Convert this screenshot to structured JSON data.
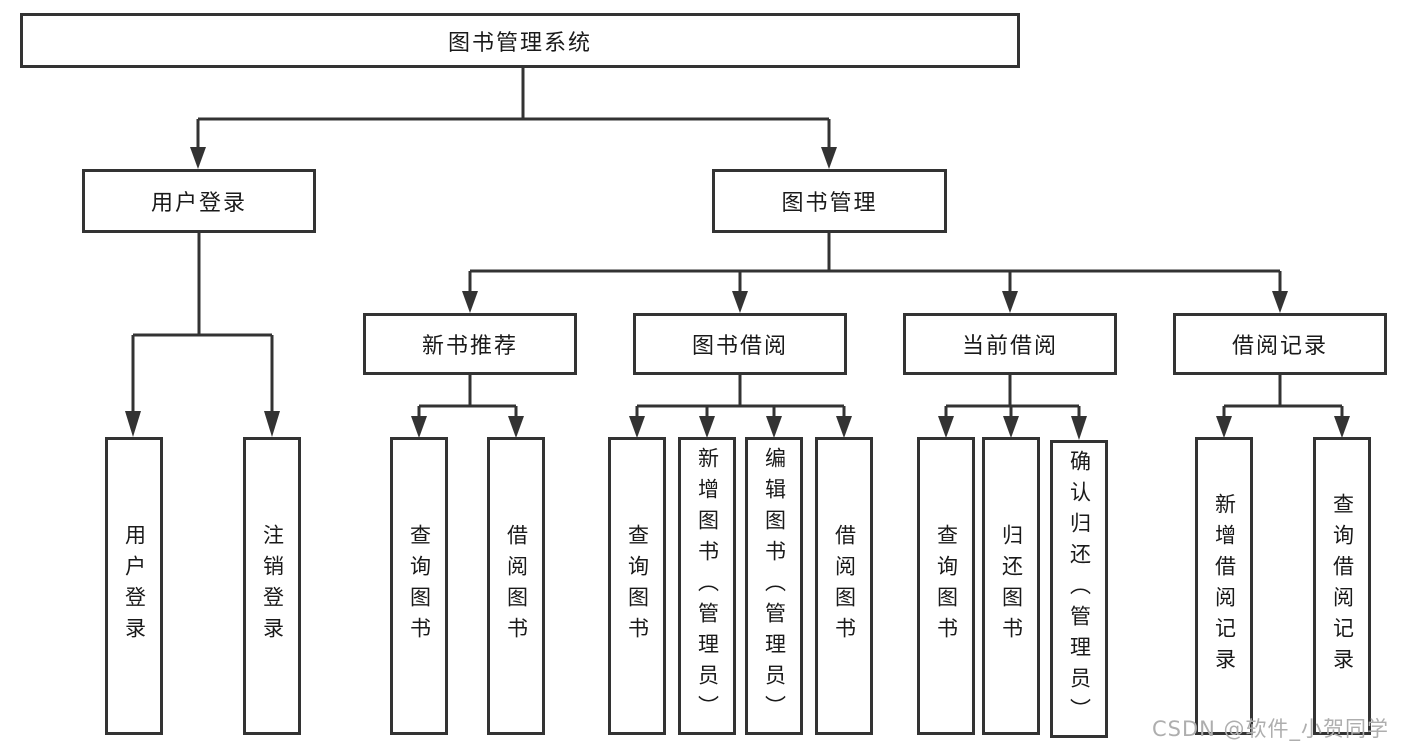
{
  "page": {
    "background": "#ffffff"
  },
  "palette": {
    "line_color": "#333333",
    "text_color": "#1a1a1a",
    "box_background": "#ffffff",
    "watermark_color": "#aeaeae"
  },
  "diagram": {
    "type": "hierarchy-tree",
    "root": {
      "label": "图书管理系统",
      "children": [
        {
          "label": "用户登录",
          "children": [
            {
              "label": "用户登录"
            },
            {
              "label": "注销登录"
            }
          ]
        },
        {
          "label": "图书管理",
          "children": [
            {
              "label": "新书推荐",
              "children": [
                {
                  "label": "查询图书"
                },
                {
                  "label": "借阅图书"
                }
              ]
            },
            {
              "label": "图书借阅",
              "children": [
                {
                  "label": "查询图书"
                },
                {
                  "label": "新增图书（管理员）"
                },
                {
                  "label": "编辑图书（管理员）"
                },
                {
                  "label": "借阅图书"
                }
              ]
            },
            {
              "label": "当前借阅",
              "children": [
                {
                  "label": "查询图书"
                },
                {
                  "label": "归还图书"
                },
                {
                  "label": "确认归还（管理员）"
                }
              ]
            },
            {
              "label": "借阅记录",
              "children": [
                {
                  "label": "新增借阅记录"
                },
                {
                  "label": "查询借阅记录"
                }
              ]
            }
          ]
        }
      ]
    }
  },
  "watermark": {
    "text": "CSDN @软件_小贺同学"
  }
}
